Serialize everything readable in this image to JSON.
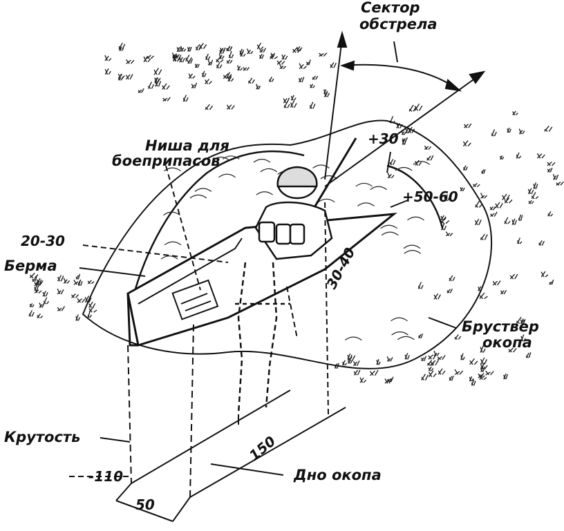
{
  "labels": {
    "fire_sector_line1": "Сектор",
    "fire_sector_line2": "обстрела",
    "ammo_niche_line1": "Ниша для",
    "ammo_niche_line2": "боеприпасов",
    "berm": "Берма",
    "parapet_line1": "Бруствер",
    "parapet_line2": "окопа",
    "slope": "Крутость",
    "trench_bottom": "Дно окопа"
  },
  "dimensions": {
    "parapet_front": "+30",
    "parapet_side": "+50-60",
    "berm_width": "20-30",
    "trench_width": "30-40",
    "depth": "-110",
    "bottom_width": "50",
    "length": "150"
  },
  "colors": {
    "ink": "#111111",
    "paper": "#ffffff"
  }
}
